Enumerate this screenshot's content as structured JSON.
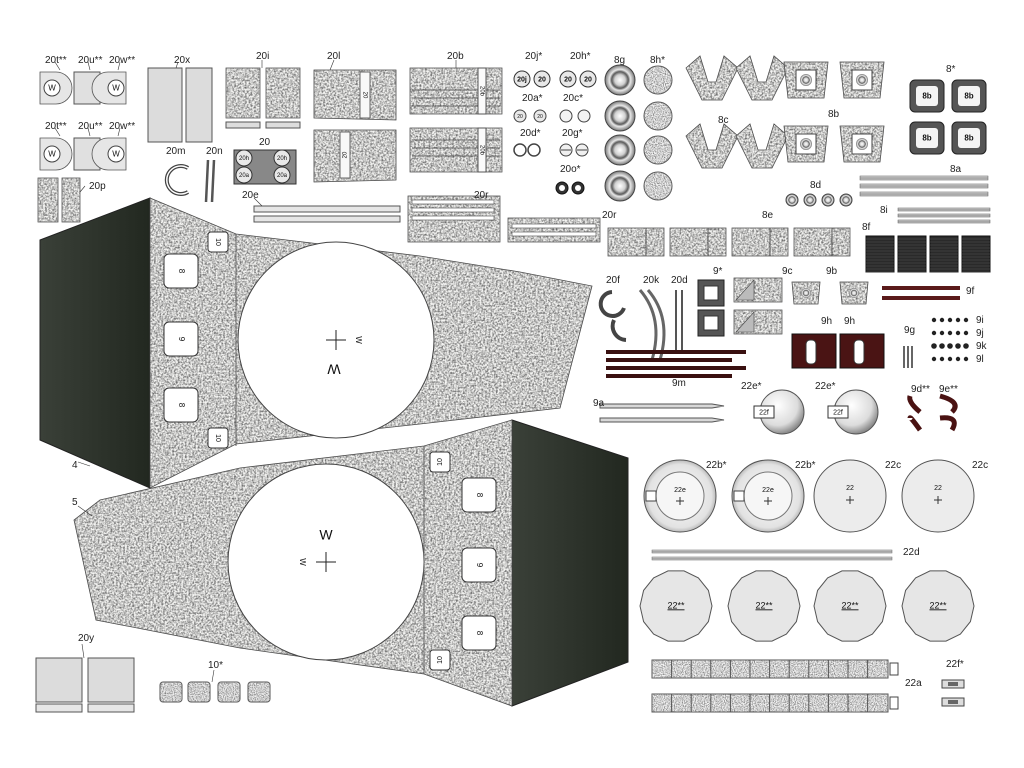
{
  "sheet": {
    "labels": {
      "l20t_1": "20t**",
      "l20u_1": "20u**",
      "l20w_1": "20w**",
      "l20t_2": "20t**",
      "l20u_2": "20u**",
      "l20w_2": "20w**",
      "l20x": "20x",
      "l20i": "20i",
      "l20l": "20l",
      "l20b": "20b",
      "l20j": "20j*",
      "l20h": "20h*",
      "l20a": "20a*",
      "l20c": "20c*",
      "l20d": "20d*",
      "l20g": "20g*",
      "l20o": "20o*",
      "l8g": "8g",
      "l8h": "8h*",
      "l8c": "8c",
      "l8b": "8b",
      "l8star": "8*",
      "l20": "20",
      "l20m": "20m",
      "l20n": "20n",
      "l20p": "20p",
      "l20e": "20e",
      "l20r_1": "20r",
      "l20r_2": "20r",
      "l8d": "8d",
      "l8a": "8a",
      "l8i": "8i",
      "l8e": "8e",
      "l8f": "8f",
      "l20f": "20f",
      "l20k": "20k",
      "l20d2": "20d",
      "l9star": "9*",
      "l9c": "9c",
      "l9b": "9b",
      "l9f": "9f",
      "l9h_1": "9h",
      "l9h_2": "9h",
      "l9g": "9g",
      "l9i": "9i",
      "l9j": "9j",
      "l9k": "9k",
      "l9l": "9l",
      "l9m": "9m",
      "l9a": "9a",
      "l22e_1": "22e*",
      "l22e_2": "22e*",
      "l9d": "9d**",
      "l9e": "9e**",
      "l4": "4",
      "l5": "5",
      "l22b_1": "22b*",
      "l22b_2": "22b*",
      "l22c_1": "22c",
      "l22c_2": "22c",
      "l22d": "22d",
      "l22a": "22a",
      "l22f": "22f*",
      "l20y": "20y",
      "l10star": "10*"
    },
    "part_text": {
      "w": "W",
      "p20h": "20h",
      "p20a": "20a",
      "p20j": "20j",
      "p20": "20",
      "p8b": "8b",
      "p8": "8",
      "p9": "9",
      "p10": "10",
      "p20b_tab": "20b",
      "p20e_c": "20e",
      "p22f": "22f",
      "p22": "22",
      "p22e": "22e",
      "p22ss": "22**"
    }
  }
}
